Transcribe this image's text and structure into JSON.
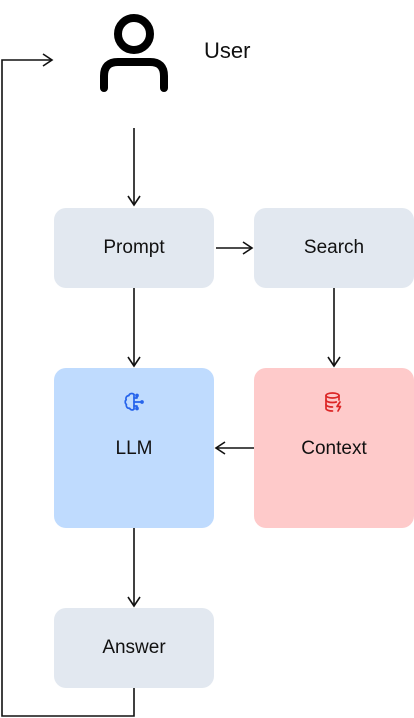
{
  "user": {
    "label": "User",
    "icon": "user-icon"
  },
  "nodes": {
    "prompt": {
      "label": "Prompt",
      "color": "#e2e8f0"
    },
    "search": {
      "label": "Search",
      "color": "#e2e8f0"
    },
    "llm": {
      "label": "LLM",
      "color": "#bfdbfe",
      "icon": "brain-icon",
      "icon_color": "#2563eb"
    },
    "context": {
      "label": "Context",
      "color": "#fecaca",
      "icon": "database-icon",
      "icon_color": "#dc2626"
    },
    "answer": {
      "label": "Answer",
      "color": "#e2e8f0"
    }
  },
  "edges": [
    {
      "from": "user",
      "to": "prompt"
    },
    {
      "from": "prompt",
      "to": "search"
    },
    {
      "from": "prompt",
      "to": "llm"
    },
    {
      "from": "search",
      "to": "context"
    },
    {
      "from": "context",
      "to": "llm"
    },
    {
      "from": "llm",
      "to": "answer"
    },
    {
      "from": "answer",
      "to": "user"
    }
  ]
}
